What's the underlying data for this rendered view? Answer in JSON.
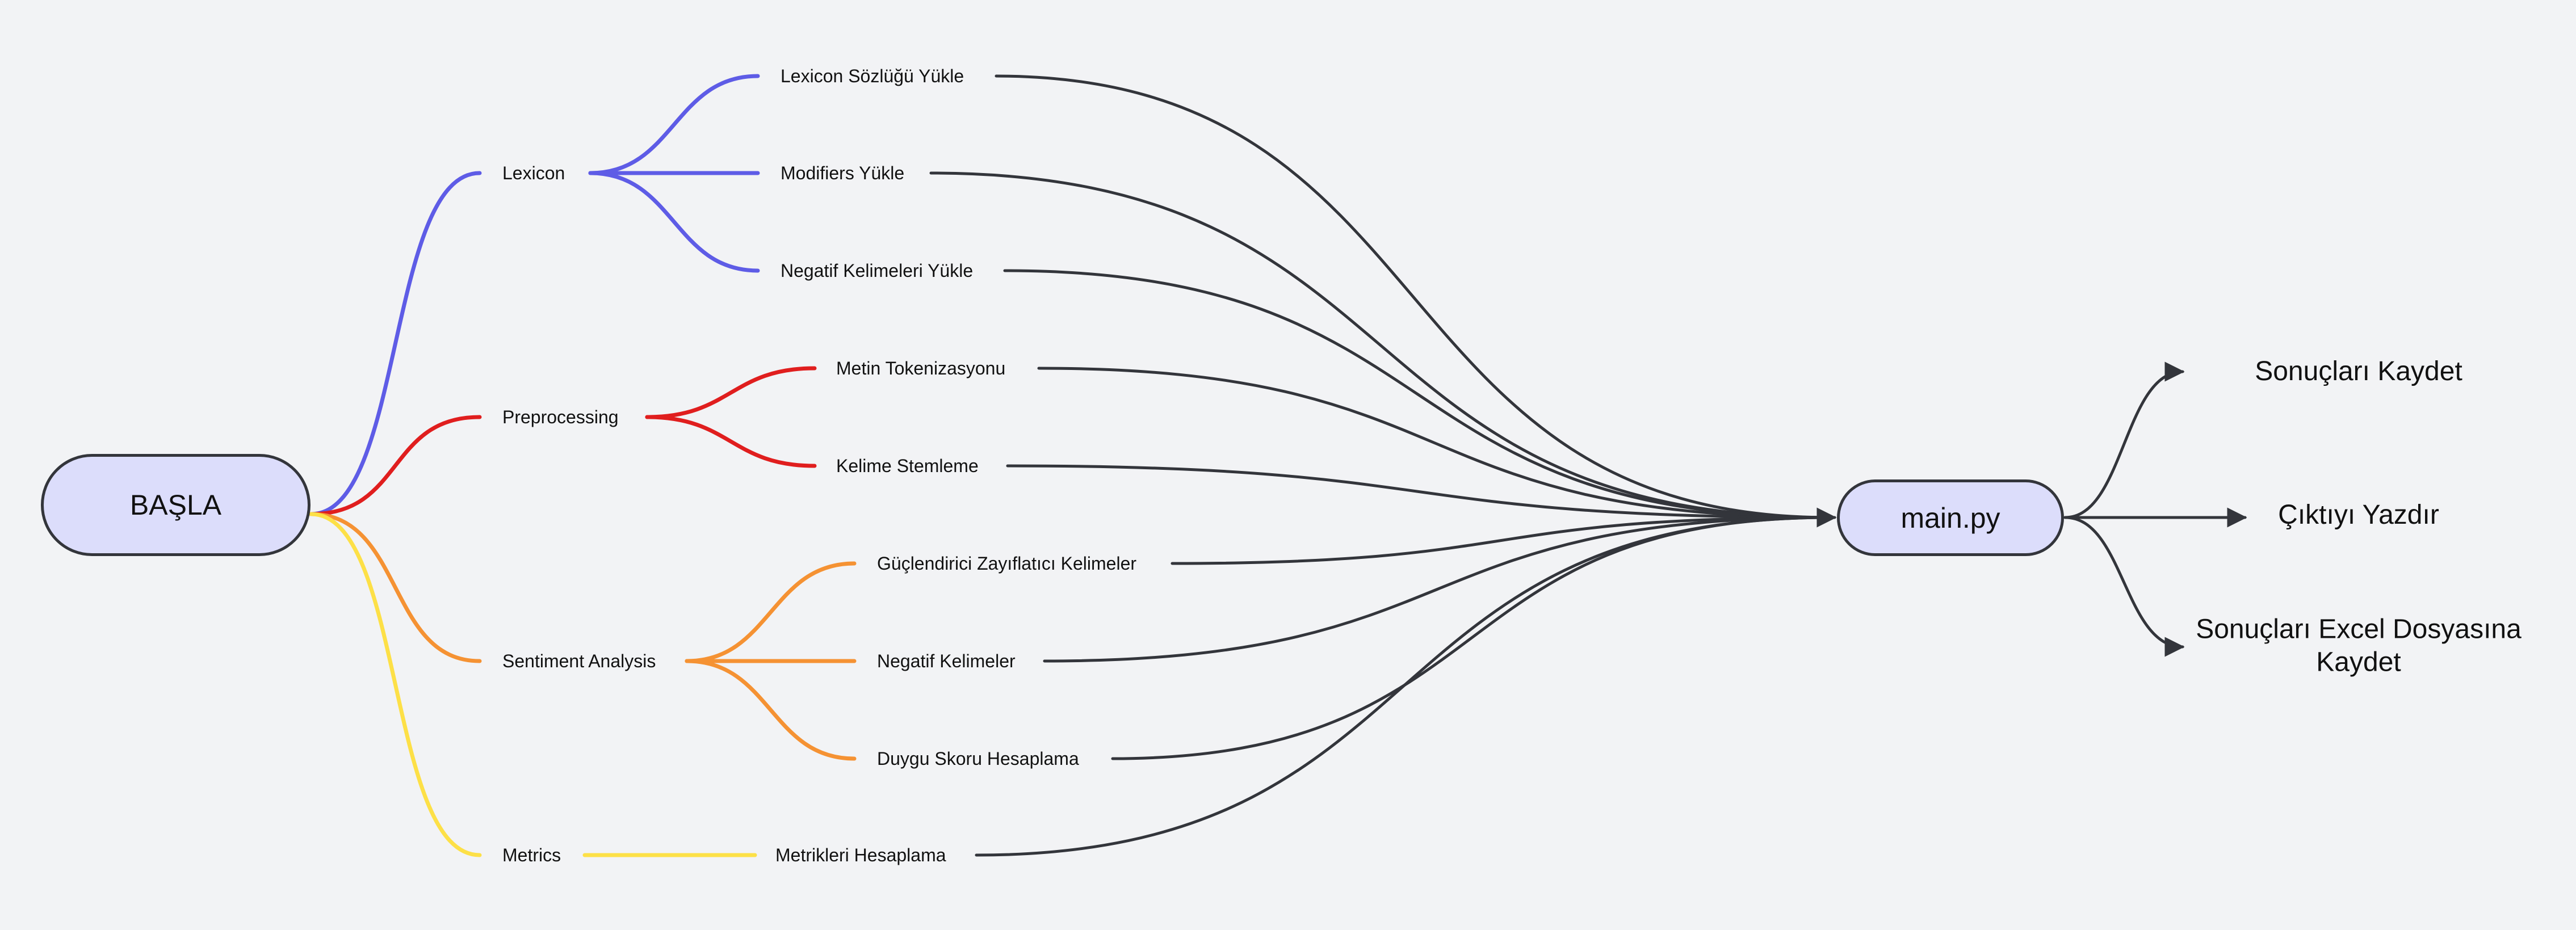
{
  "start": {
    "label": "BAŞLA"
  },
  "main": {
    "label": "main.py"
  },
  "categories": [
    {
      "label": "Lexicon",
      "color": "#5e5ce6",
      "children": [
        "Lexicon Sözlüğü Yükle",
        "Modifiers Yükle",
        "Negatif Kelimeleri Yükle"
      ]
    },
    {
      "label": "Preprocessing",
      "color": "#e01e1e",
      "children": [
        "Metin Tokenizasyonu",
        "Kelime Stemleme"
      ]
    },
    {
      "label": "Sentiment Analysis",
      "color": "#f59233",
      "children": [
        "Güçlendirici Zayıflatıcı Kelimeler",
        "Negatif Kelimeler",
        "Duygu Skoru Hesaplama"
      ]
    },
    {
      "label": "Metrics",
      "color": "#fde047",
      "children": [
        "Metrikleri Hesaplama"
      ]
    }
  ],
  "outputs": [
    "Sonuçları Kaydet",
    "Çıktıyı Yazdır",
    "Sonuçları Excel Dosyasına Kaydet"
  ],
  "connector_color": "#33353b"
}
